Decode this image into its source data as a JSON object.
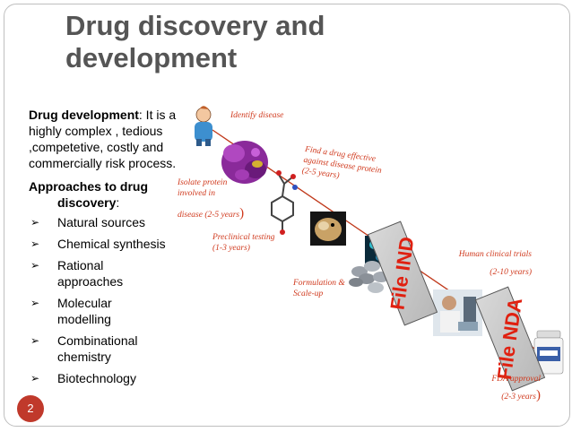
{
  "slide": {
    "title": "Drug discovery and development",
    "page_number": "2"
  },
  "left": {
    "dev_label": "Drug development",
    "dev_text": ": It is a highly complex , tedious ,competetive, costly and commercially risk process.",
    "approaches_label": "Approaches to drug",
    "approaches_label2": "discovery",
    "approaches_colon": ":",
    "bullet_marker": "➢",
    "bullets": [
      "Natural sources",
      "Chemical synthesis",
      "Rational approaches",
      "Molecular modelling",
      "Combinational chemistry",
      "Biotechnology"
    ]
  },
  "diagram": {
    "identify": "Identify disease",
    "isolate1": "Isolate protein",
    "isolate2": "involved in",
    "isolate3": "disease (2-5 years",
    "find1": "Find a drug effective",
    "find2": "against disease protein",
    "find3": "(2-5 years)",
    "preclinical1": "Preclinical testing",
    "preclinical2": "(1-3 years)",
    "formulation1": "Formulation &",
    "formulation2": "Scale-up",
    "human1": "Human clinical trials",
    "human2": "(2-10 years)",
    "fda1": "FDA approval",
    "fda2": "(2-3 years",
    "close_paren": ")",
    "file_ind": "File IND",
    "file_nda": "File NDA",
    "colors": {
      "arrow": "#c0391b",
      "caption": "#d03a1e",
      "file_text": "#e02010"
    }
  }
}
